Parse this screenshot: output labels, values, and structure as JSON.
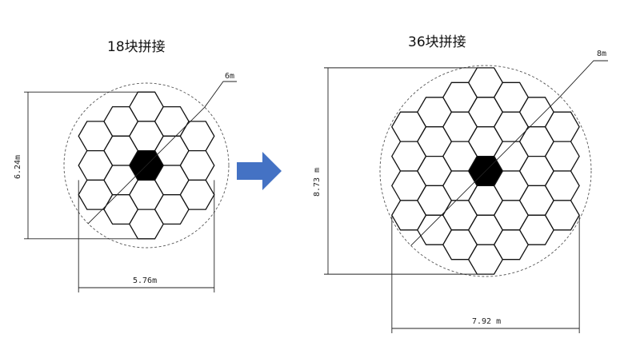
{
  "left": {
    "title": "18块拼接",
    "diameter_label": "6m",
    "height_label": "6.24m",
    "width_label": "5.76m"
  },
  "right": {
    "title": "36块拼接",
    "diameter_label": "8m",
    "height_label": "8.73 m",
    "width_label": "7.92 m"
  },
  "colors": {
    "arrow": "#4472C4",
    "segment_fill": "#ffffff",
    "center_segment": "#000000"
  }
}
